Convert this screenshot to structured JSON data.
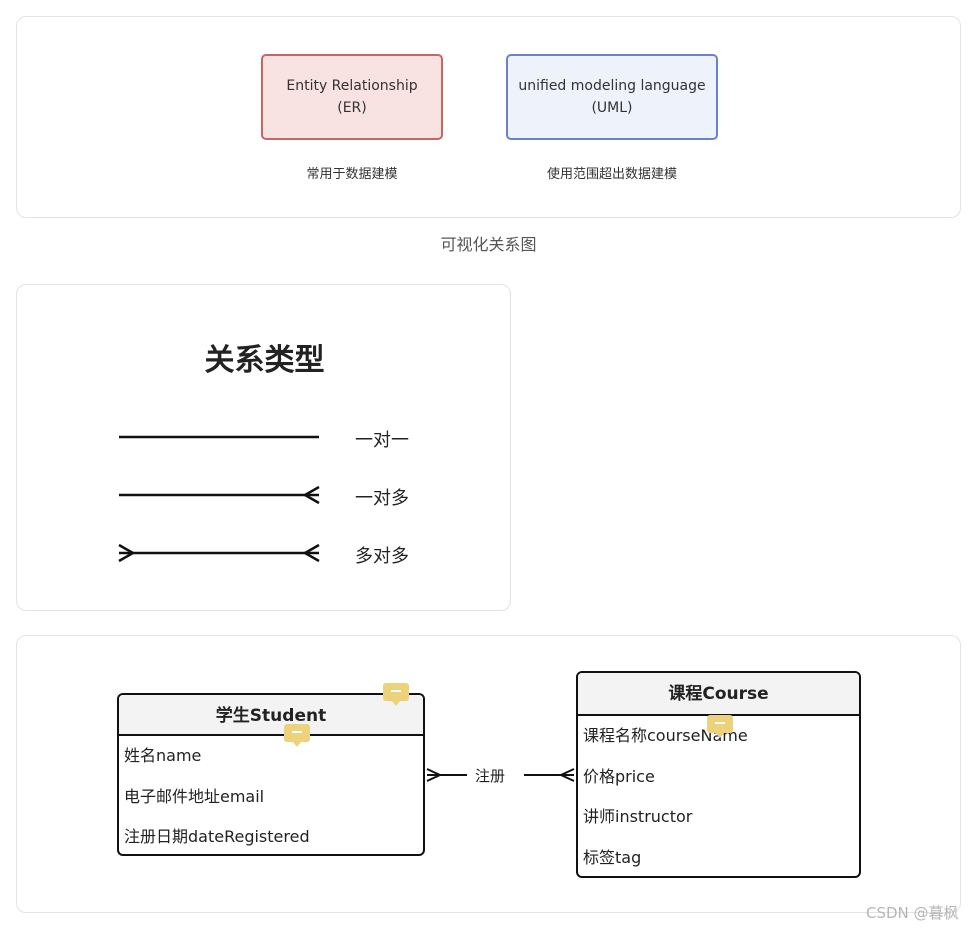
{
  "top_panel": {
    "er_box": {
      "line1": "Entity Relationship",
      "line2": "(ER)",
      "caption": "常用于数据建模"
    },
    "uml_box": {
      "line1": "unified modeling language",
      "line2": "(UML)",
      "caption": "使用范围超出数据建模"
    },
    "figure_caption": "可视化关系图",
    "colors": {
      "er_fill": "#f8e2e2",
      "er_border": "#c86664",
      "uml_fill": "#eef2fb",
      "uml_border": "#6a82cc"
    }
  },
  "relationship_types": {
    "title": "关系类型",
    "items": [
      {
        "label": "一对一",
        "left_end": "one",
        "right_end": "one"
      },
      {
        "label": "一对多",
        "left_end": "one",
        "right_end": "many"
      },
      {
        "label": "多对多",
        "left_end": "many",
        "right_end": "many"
      }
    ]
  },
  "er_diagram": {
    "student": {
      "title": "学生Student",
      "fields": [
        "姓名name",
        "电子邮件地址email",
        "注册日期dateRegistered"
      ]
    },
    "course": {
      "title": "课程Course",
      "fields": [
        "课程名称courseName",
        "价格price",
        "讲师instructor",
        "标签tag"
      ]
    },
    "relationship": {
      "label": "注册",
      "left_end": "many",
      "right_end": "many"
    },
    "note_icons": [
      "comment-icon",
      "comment-icon",
      "comment-icon"
    ]
  },
  "watermark": "CSDN @暮枫"
}
